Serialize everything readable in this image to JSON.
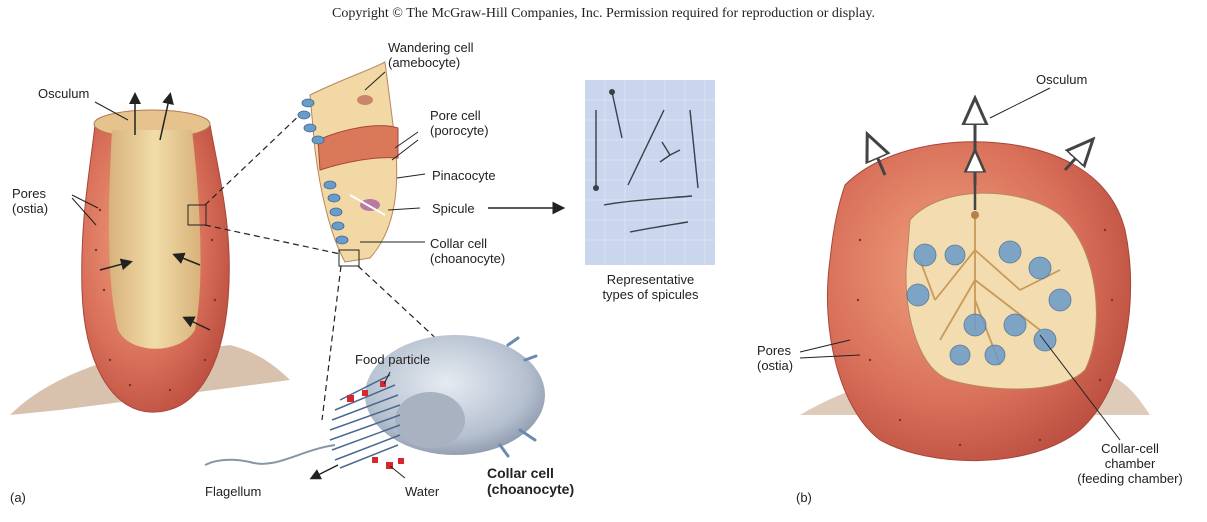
{
  "copyright": "Copyright © The McGraw-Hill Companies, Inc. Permission required for reproduction or display.",
  "panel_a": {
    "panel_label": "(a)",
    "osculum": "Osculum",
    "pores": "Pores\n(ostia)",
    "wandering_cell": "Wandering cell\n(amebocyte)",
    "pore_cell": "Pore cell\n(porocyte)",
    "pinacocyte": "Pinacocyte",
    "spicule": "Spicule",
    "collar_cell": "Collar cell\n(choanocyte)",
    "spicule_types": "Representative\ntypes of spicules",
    "food_particle": "Food particle",
    "flagellum": "Flagellum",
    "water": "Water",
    "collar_cell_bold": "Collar cell\n(choanocyte)"
  },
  "panel_b": {
    "panel_label": "(b)",
    "osculum": "Osculum",
    "pores": "Pores\n(ostia)",
    "chamber": "Collar-cell\nchamber\n(feeding chamber)"
  },
  "colors": {
    "sponge_outer": "#d9705a",
    "sponge_inner": "#e8c98e",
    "spicule_panel": "#c9d6ee",
    "cell_body": "#b9c4d4",
    "food": "#d8262e"
  }
}
